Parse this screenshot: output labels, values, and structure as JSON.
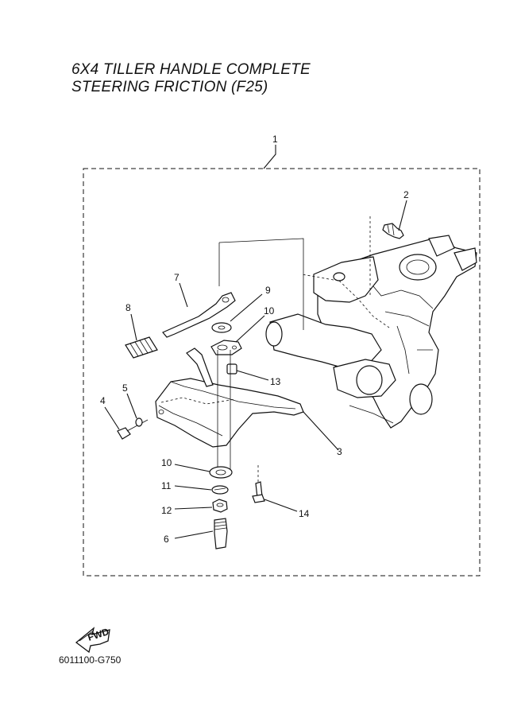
{
  "header": {
    "title_line1": "6X4 TILLER HANDLE COMPLETE",
    "title_line2": "STEERING FRICTION (F25)"
  },
  "footer": {
    "drawing_code": "6011100-G750",
    "fwd_label": "FWD"
  },
  "callouts": {
    "c1": "1",
    "c2": "2",
    "c3": "3",
    "c4": "4",
    "c5": "5",
    "c6": "6",
    "c7": "7",
    "c8": "8",
    "c9": "9",
    "c10a": "10",
    "c10b": "10",
    "c11": "11",
    "c12": "12",
    "c13": "13",
    "c14": "14"
  }
}
